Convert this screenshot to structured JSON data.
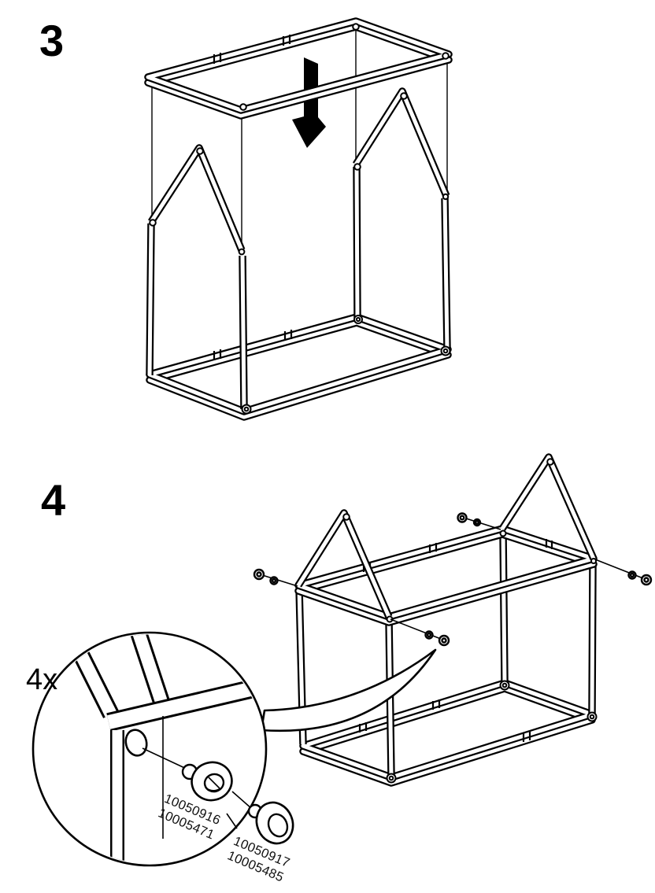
{
  "document": {
    "kind": "assembly-instructions",
    "background_color": "#ffffff",
    "ink_color": "#000000"
  },
  "step3": {
    "number": "3",
    "illustration": "top frame lowered onto two house-shaped end frames standing on base frame"
  },
  "step4": {
    "number": "4",
    "quantity_label": "4x",
    "illustration": "assembled house frame with screws inserted at the four eave corners",
    "screw_part": {
      "line1": "10050916",
      "line2": "10005471"
    },
    "cap_part": {
      "line1": "10050917",
      "line2": "10005485"
    }
  },
  "icons": {
    "arrow": "down-arrow",
    "balloon": "zoom-detail-balloon",
    "pointer": "swoosh-pointer",
    "fastener_head": "flange-screw",
    "fastener_washer": "washer",
    "fastener_cap": "cap-nut"
  }
}
